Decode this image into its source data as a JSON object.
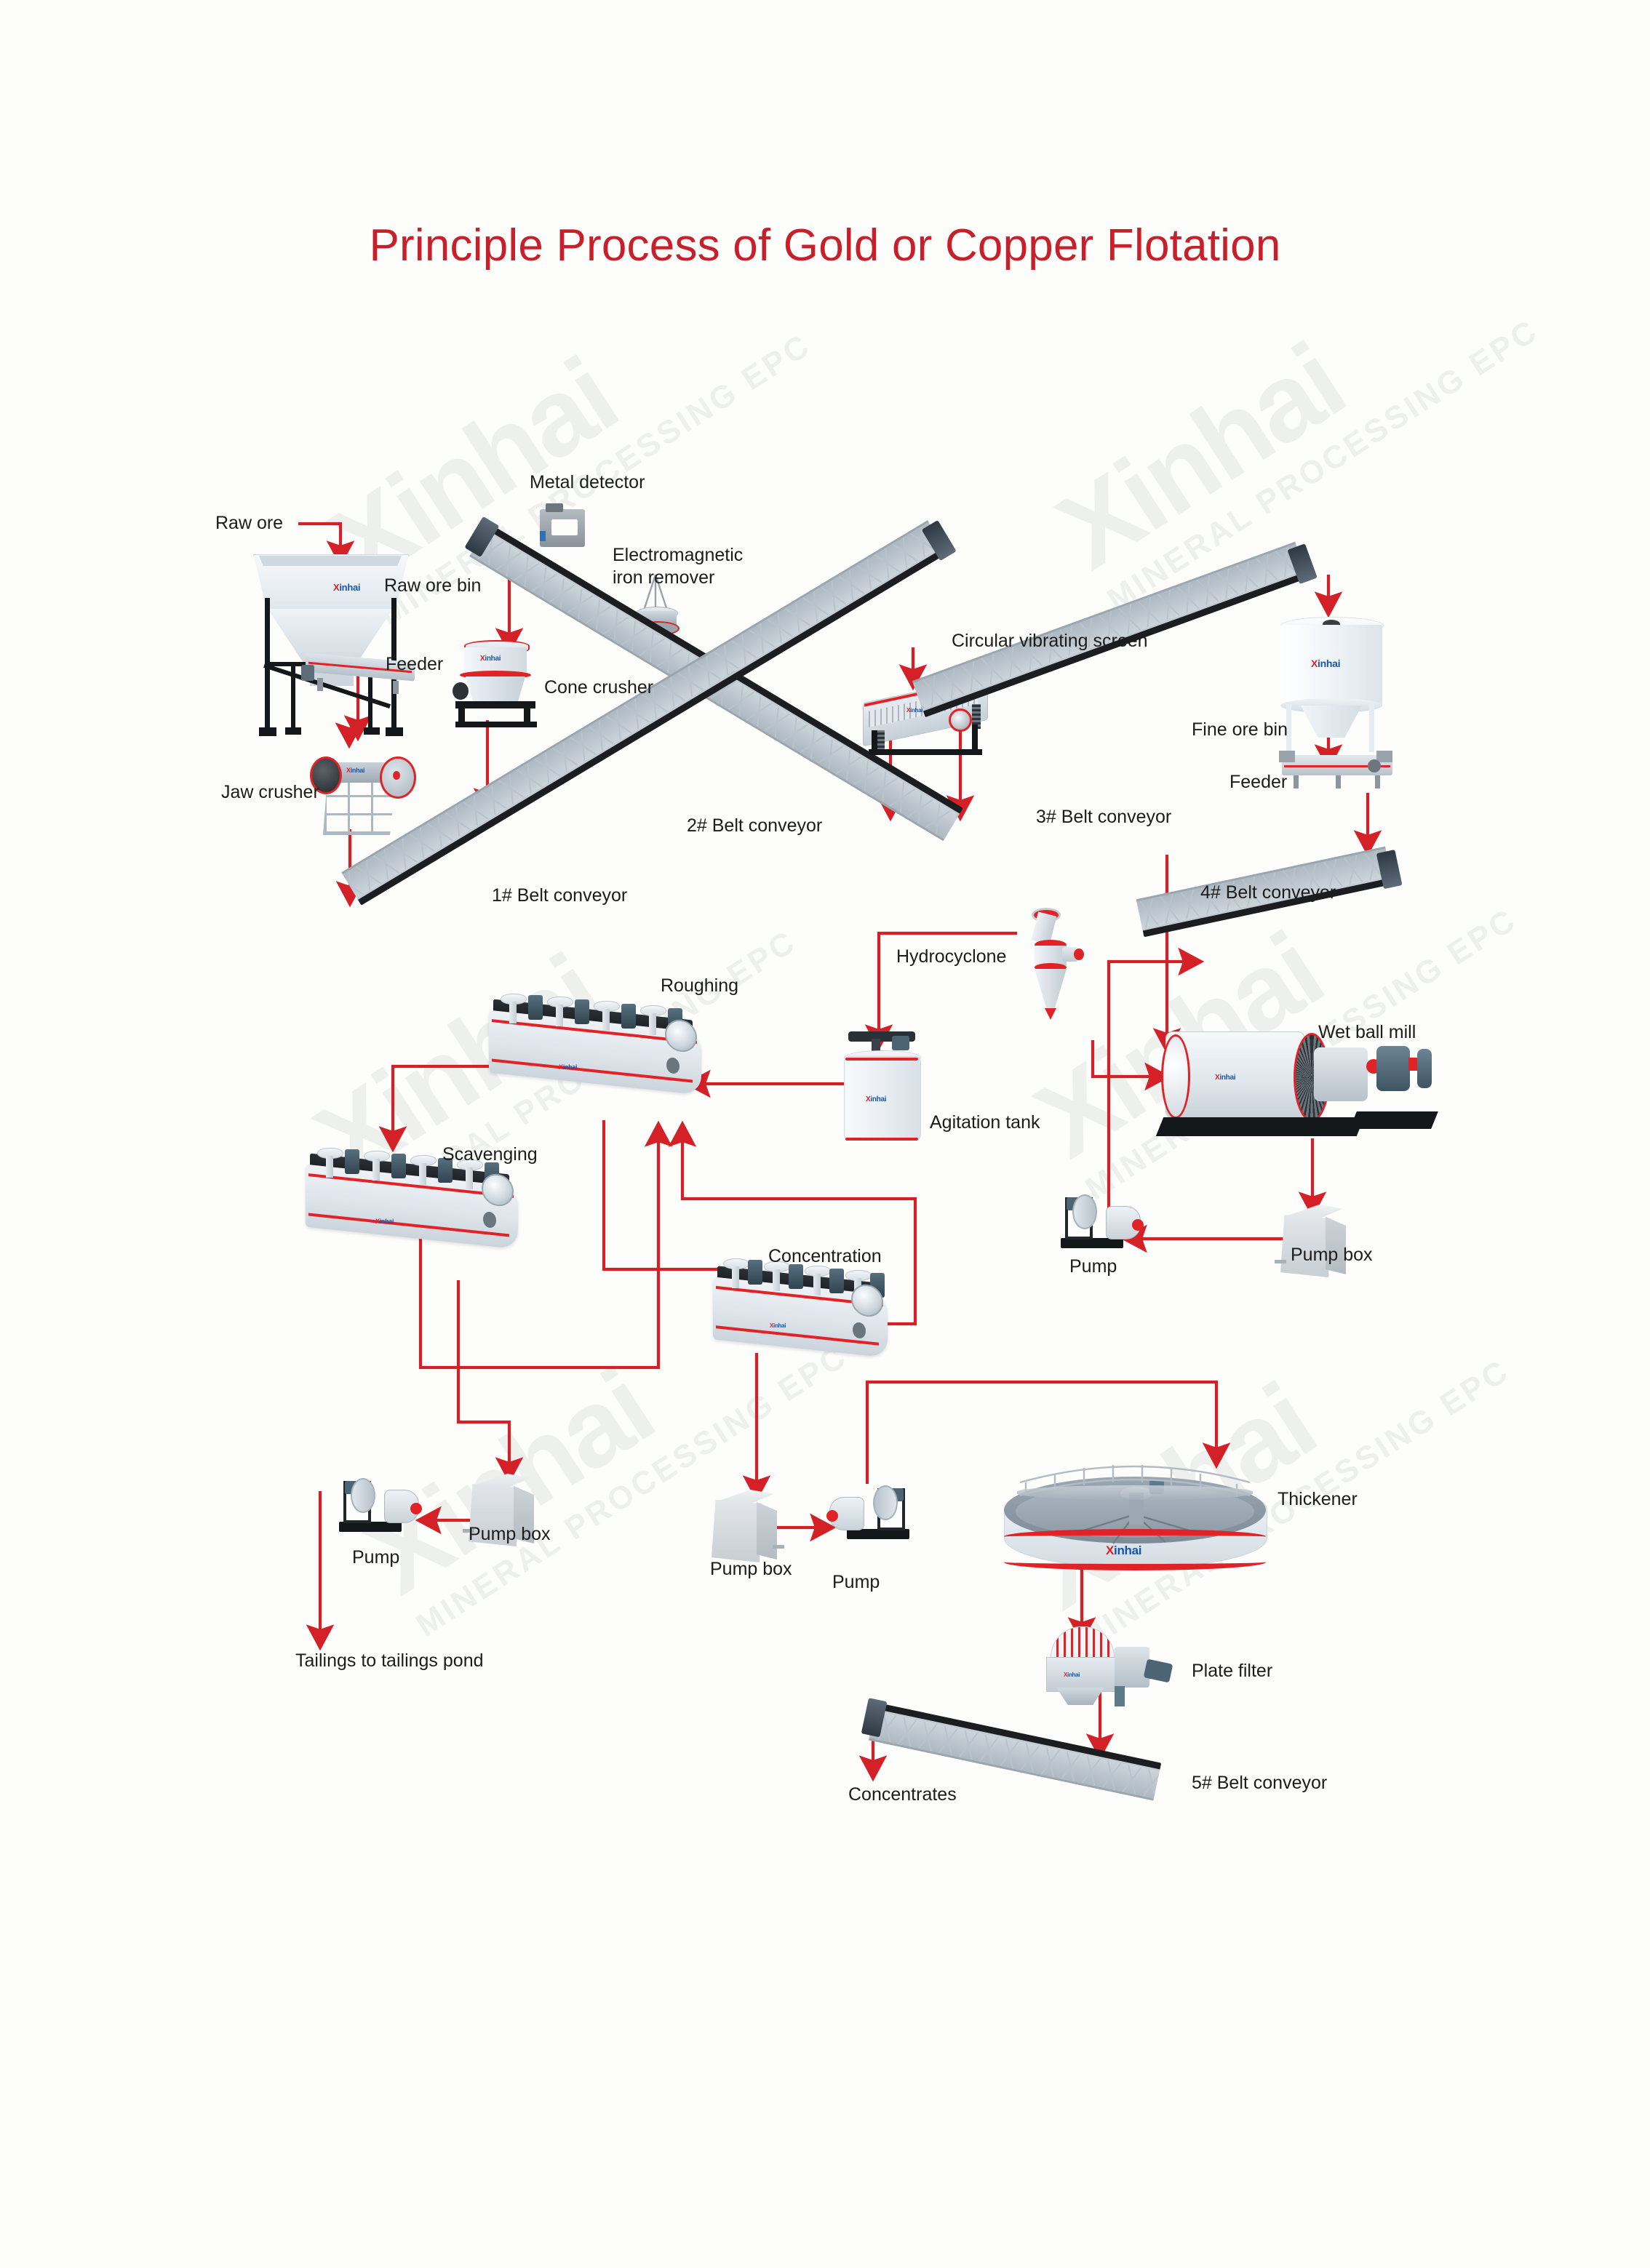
{
  "title": "Principle Process of Gold or Copper Flotation",
  "accent_color": "#c8202a",
  "arrow_color": "#d42027",
  "background_color": "#fdfdfb",
  "brand": {
    "name": "Xinhai",
    "tagline": "MINERAL PROCESSING EPC"
  },
  "watermarks": [
    {
      "name": "Xinhai",
      "tagline": "MINERAL PROCESSING EPC"
    },
    {
      "name": "Xinhai",
      "tagline": "MINERAL PROCESSING EPC"
    },
    {
      "name": "Xinhai",
      "tagline": "MINERAL PROCESSING EPC"
    }
  ],
  "labels": {
    "raw_ore": "Raw ore",
    "raw_ore_bin": "Raw ore bin",
    "feeder_1": "Feeder",
    "jaw_crusher": "Jaw crusher",
    "metal_detector": "Metal detector",
    "electromagnetic_iron_remover": "Electromagnetic\niron remover",
    "cone_crusher": "Cone crusher",
    "belt_conveyor_1": "1# Belt conveyor",
    "belt_conveyor_2": "2# Belt conveyor",
    "circular_vibrating_screen": "Circular vibrating screen",
    "belt_conveyor_3": "3# Belt conveyor",
    "fine_ore_bin": "Fine ore bin",
    "feeder_2": "Feeder",
    "belt_conveyor_4": "4# Belt conveyor",
    "wet_ball_mill": "Wet ball mill",
    "hydrocyclone": "Hydrocyclone",
    "agitation_tank": "Agitation tank",
    "pump_mill": "Pump",
    "pump_box_mill": "Pump box",
    "roughing": "Roughing",
    "scavenging": "Scavenging",
    "concentration": "Concentration",
    "pump_tailings": "Pump",
    "pump_box_tailings": "Pump box",
    "tailings_to_pond": "Tailings to tailings pond",
    "pump_box_conc": "Pump box",
    "pump_conc": "Pump",
    "thickener": "Thickener",
    "plate_filter": "Plate filter",
    "belt_conveyor_5": "5# Belt conveyor",
    "concentrates": "Concentrates"
  },
  "flow": {
    "type": "process-flow-diagram",
    "nodes": [
      "Raw ore",
      "Raw ore bin",
      "Feeder",
      "Jaw crusher",
      "1# Belt conveyor",
      "Metal detector",
      "Electromagnetic iron remover",
      "Cone crusher",
      "2# Belt conveyor",
      "Circular vibrating screen",
      "3# Belt conveyor",
      "Fine ore bin",
      "Feeder",
      "4# Belt conveyor",
      "Wet ball mill",
      "Pump box",
      "Pump",
      "Hydrocyclone",
      "Agitation tank",
      "Roughing",
      "Scavenging",
      "Concentration",
      "Pump box",
      "Pump",
      "Tailings to tailings pond",
      "Thickener",
      "Plate filter",
      "5# Belt conveyor",
      "Concentrates"
    ],
    "edges": [
      [
        "Raw ore",
        "Raw ore bin"
      ],
      [
        "Raw ore bin",
        "Feeder"
      ],
      [
        "Feeder",
        "Jaw crusher"
      ],
      [
        "Jaw crusher",
        "1# Belt conveyor"
      ],
      [
        "1# Belt conveyor",
        "Cone crusher"
      ],
      [
        "Cone crusher",
        "2# Belt conveyor"
      ],
      [
        "2# Belt conveyor",
        "Circular vibrating screen"
      ],
      [
        "Circular vibrating screen",
        "1# Belt conveyor"
      ],
      [
        "Circular vibrating screen",
        "3# Belt conveyor"
      ],
      [
        "3# Belt conveyor",
        "Fine ore bin"
      ],
      [
        "Fine ore bin",
        "Feeder"
      ],
      [
        "Feeder",
        "4# Belt conveyor"
      ],
      [
        "4# Belt conveyor",
        "Wet ball mill"
      ],
      [
        "Wet ball mill",
        "Pump box"
      ],
      [
        "Pump box",
        "Pump"
      ],
      [
        "Pump",
        "Hydrocyclone"
      ],
      [
        "Hydrocyclone",
        "Wet ball mill"
      ],
      [
        "Hydrocyclone",
        "Agitation tank"
      ],
      [
        "Agitation tank",
        "Roughing"
      ],
      [
        "Roughing",
        "Scavenging"
      ],
      [
        "Roughing",
        "Concentration"
      ],
      [
        "Scavenging",
        "Roughing"
      ],
      [
        "Concentration",
        "Roughing"
      ],
      [
        "Scavenging",
        "Pump box"
      ],
      [
        "Pump box",
        "Pump"
      ],
      [
        "Pump",
        "Tailings to tailings pond"
      ],
      [
        "Concentration",
        "Pump box"
      ],
      [
        "Pump box",
        "Pump"
      ],
      [
        "Pump",
        "Thickener"
      ],
      [
        "Thickener",
        "Plate filter"
      ],
      [
        "Plate filter",
        "5# Belt conveyor"
      ],
      [
        "5# Belt conveyor",
        "Concentrates"
      ]
    ]
  }
}
